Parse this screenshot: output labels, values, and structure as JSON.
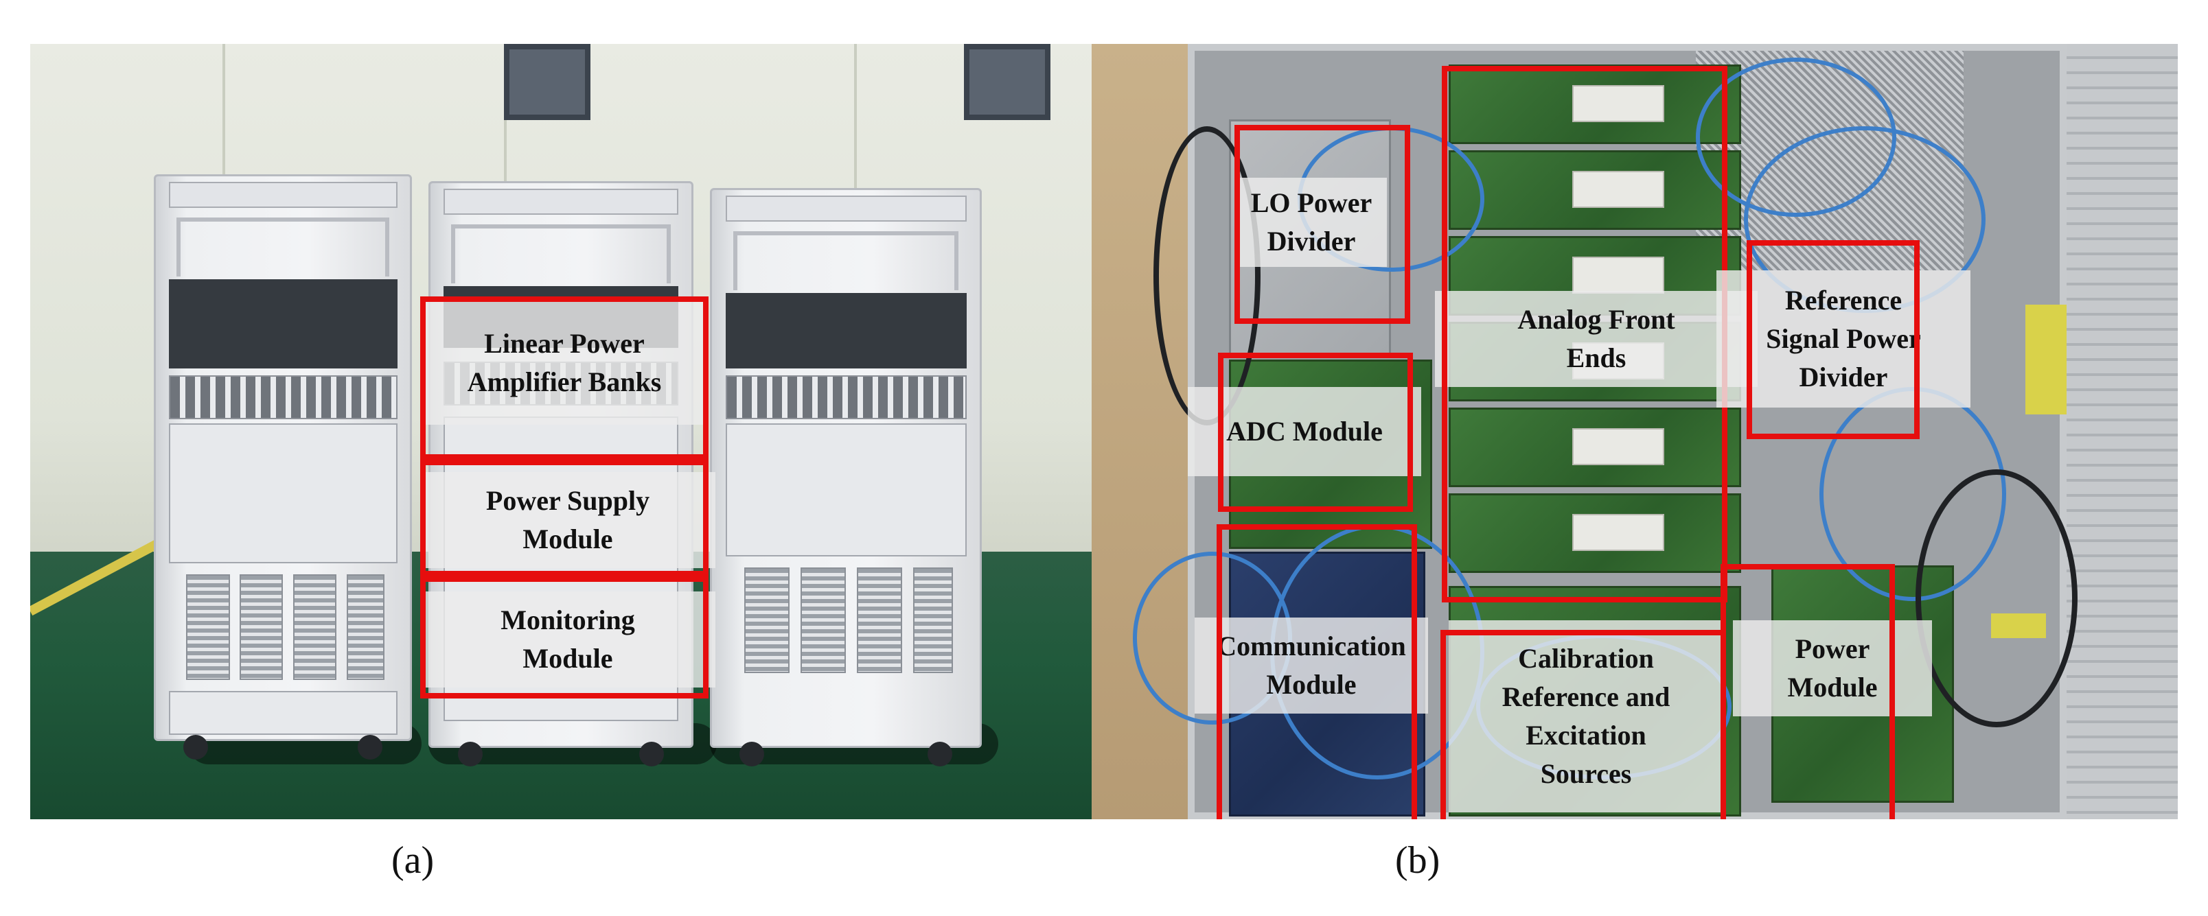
{
  "panel_a": {
    "caption": "(a)",
    "labels": {
      "linear_power": "Linear Power\nAmplifier Banks",
      "power_supply": "Power Supply\nModule",
      "monitoring": "Monitoring\nModule"
    }
  },
  "panel_b": {
    "caption": "(b)",
    "labels": {
      "lo_power_divider": "LO Power\nDivider",
      "analog_front_ends": "Analog Front\nEnds",
      "reference_signal": "Reference\nSignal Power\nDivider",
      "adc_module": "ADC Module",
      "communication": "Communication\nModule",
      "calibration": "Calibration\nReference and\nExcitation\nSources",
      "power_module": "Power\nModule"
    }
  },
  "colors": {
    "highlight": "#e60e0e",
    "floor": "#215a3c",
    "cable": "#3d7fc9",
    "pcb": "#3f7a3a"
  }
}
